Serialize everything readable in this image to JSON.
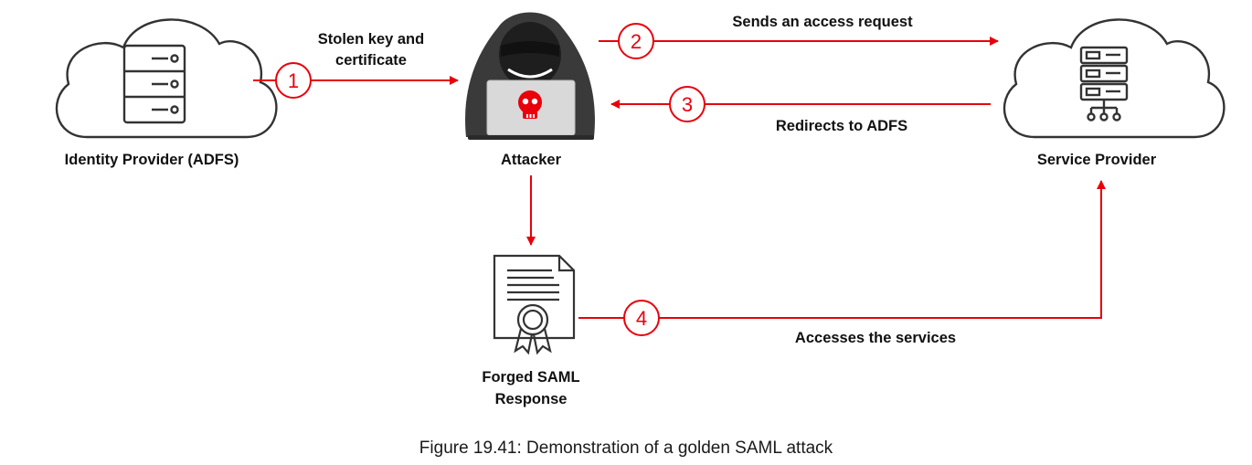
{
  "colors": {
    "accent": "#e8000b",
    "outline": "#333333",
    "hood": "#3a3a3a",
    "laptop": "#d9d9d9"
  },
  "nodes": {
    "identity_provider": {
      "label": "Identity Provider (ADFS)",
      "icon": "cloud-server-icon"
    },
    "attacker": {
      "label": "Attacker",
      "icon": "hooded-hacker-icon"
    },
    "service_provider": {
      "label": "Service Provider",
      "icon": "cloud-server-rack-icon"
    },
    "forged_saml": {
      "label_line1": "Forged SAML",
      "label_line2": "Response",
      "icon": "certificate-icon"
    }
  },
  "steps": [
    {
      "number": "1",
      "label_line1": "Stolen key and",
      "label_line2": "certificate"
    },
    {
      "number": "2",
      "label": "Sends an access request"
    },
    {
      "number": "3",
      "label": "Redirects to ADFS"
    },
    {
      "number": "4",
      "label": "Accesses the services"
    }
  ],
  "caption": "Figure 19.41: Demonstration of a golden SAML attack"
}
